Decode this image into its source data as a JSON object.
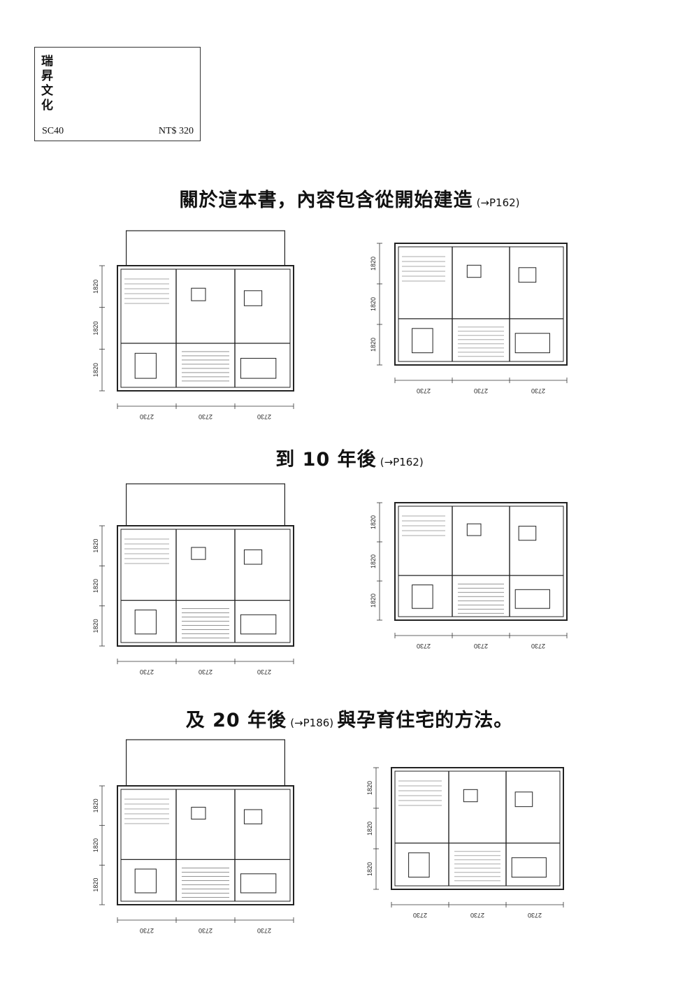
{
  "publisher": {
    "name_chars": [
      "瑞",
      "昇",
      "文",
      "化"
    ],
    "code": "SC40",
    "price": "NT$ 320"
  },
  "headings": [
    {
      "main": "關於這本書，內容包含從開始建造",
      "ref": "(→P162)",
      "tail": ""
    },
    {
      "main": "到 10 年後",
      "ref": "(→P162)",
      "tail": ""
    },
    {
      "main": "及 20 年後",
      "ref": "(→P186)",
      "tail": "與孕育住宅的方法。"
    }
  ],
  "dimensions": {
    "vertical": "1820",
    "horizontal": "2730"
  }
}
